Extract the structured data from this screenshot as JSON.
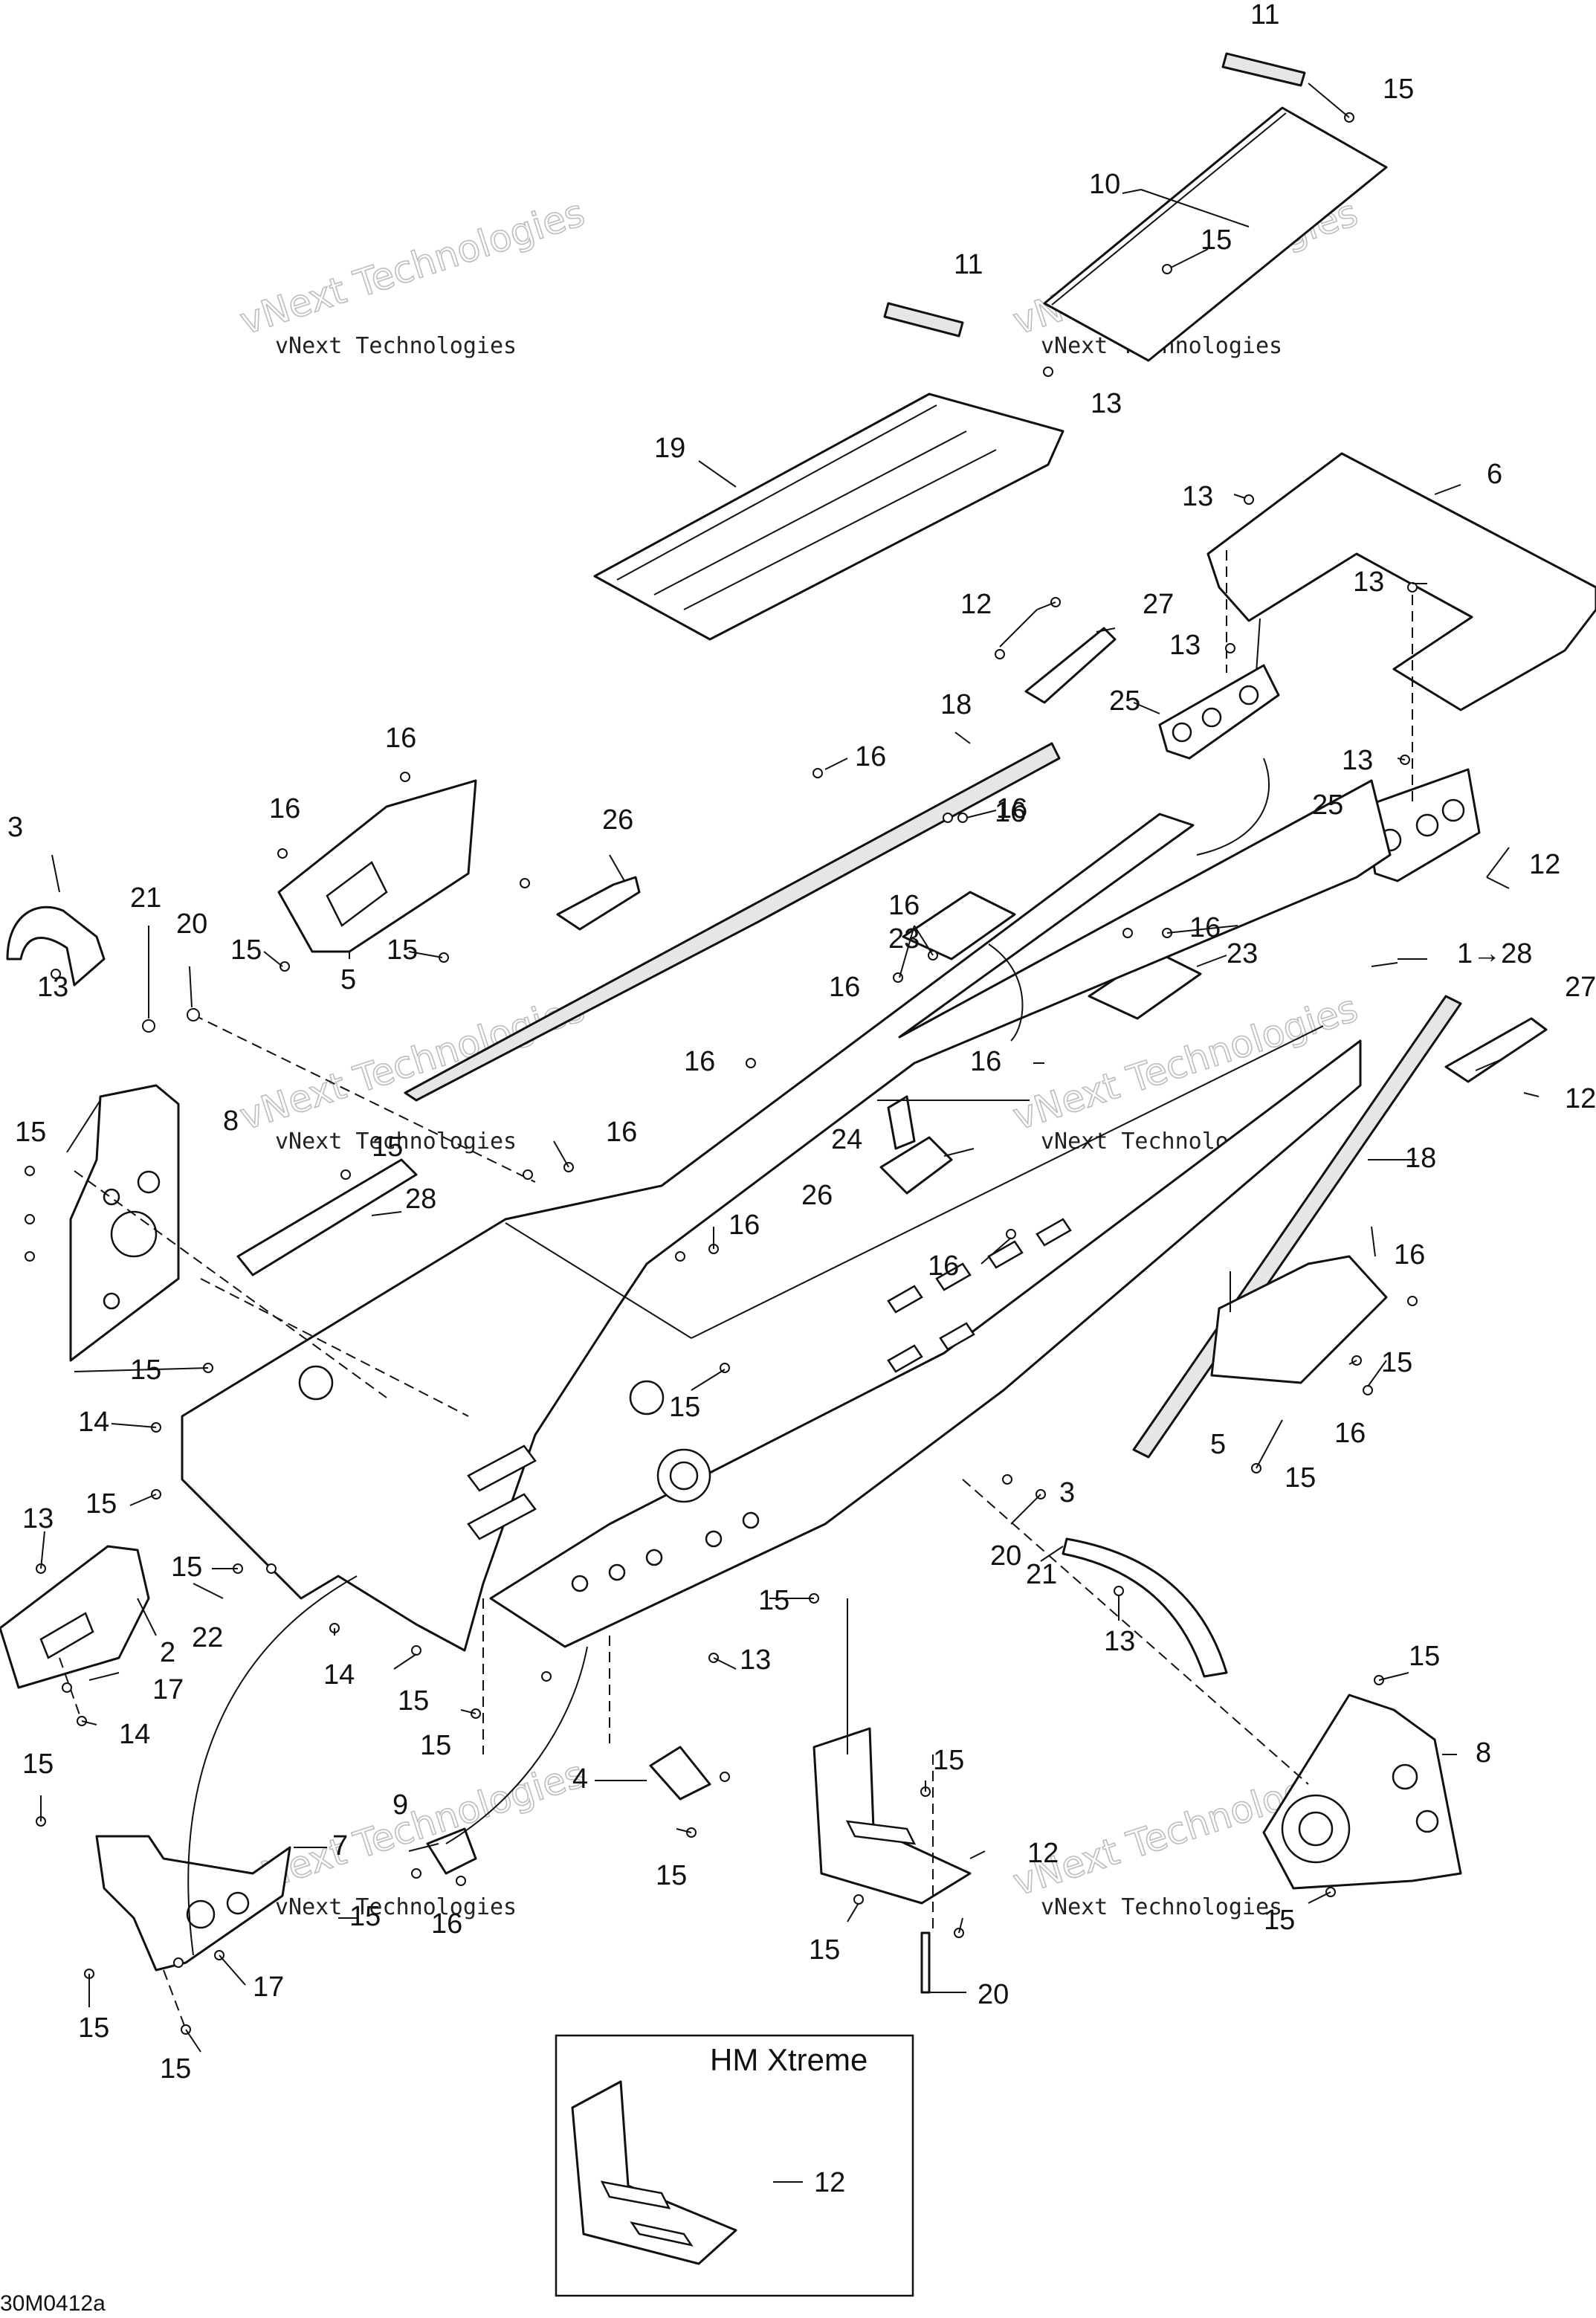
{
  "labels": {
    "c1": "11",
    "c2": "15",
    "c3": "10",
    "c4": "15",
    "c5": "11",
    "c6": "13",
    "c7": "19",
    "c8": "6",
    "c9": "13",
    "c10": "13",
    "c11": "12",
    "c12": "27",
    "c13": "13",
    "c14": "25",
    "c15": "18",
    "c16": "16",
    "c17": "16",
    "c18": "16",
    "c19": "26",
    "c20": "16",
    "c21": "3",
    "c22": "21",
    "c23": "20",
    "c24": "15",
    "c25": "5",
    "c26": "15",
    "c27": "13",
    "c28": "13",
    "c29": "25",
    "c30": "12",
    "c31": "16",
    "c32": "16",
    "c33": "23",
    "c34": "16",
    "c35": "16",
    "c36": "23",
    "c37": "1→28",
    "c38": "27",
    "c39": "12",
    "c40": "16",
    "c41": "16",
    "c42": "16",
    "c43": "24",
    "c44": "26",
    "c45": "18",
    "c46": "15",
    "c47": "8",
    "c48": "15",
    "c49": "28",
    "c50": "16",
    "c51": "16",
    "c52": "15",
    "c53": "14",
    "c54": "15",
    "c55": "16",
    "c56": "15",
    "c57": "5",
    "c58": "16",
    "c59": "15",
    "c60": "13",
    "c61": "15",
    "c62": "15",
    "c63": "2",
    "c64": "22",
    "c65": "17",
    "c66": "14",
    "c67": "14",
    "c68": "15",
    "c69": "15",
    "c70": "15",
    "c71": "13",
    "c72": "3",
    "c73": "20",
    "c74": "21",
    "c75": "13",
    "c76": "15",
    "c77": "8",
    "c78": "4",
    "c79": "15",
    "c80": "15",
    "c81": "12",
    "c82": "9",
    "c83": "7",
    "c84": "15",
    "c85": "16",
    "c86": "17",
    "c87": "15",
    "c88": "15",
    "c89": "15",
    "c90": "15",
    "c91": "20",
    "c92": "15",
    "c93": "12"
  },
  "inset": {
    "title": "HM Xtreme"
  },
  "watermark": {
    "company": "vNext Technologies"
  },
  "drawing_code": "30M0412a",
  "colors": {
    "line": "#111111",
    "background": "#ffffff"
  }
}
